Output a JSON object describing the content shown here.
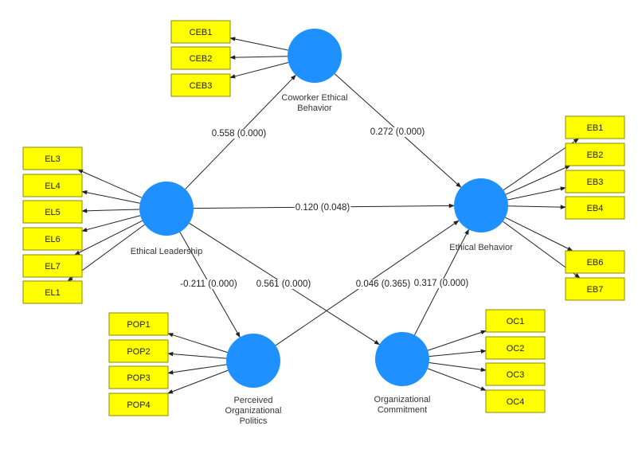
{
  "colors": {
    "latent_fill": "#1e90ff",
    "indicator_fill": "#ffff00",
    "indicator_stroke": "#8a8a00",
    "edge": "#222222"
  },
  "latents": [
    {
      "id": "CEB",
      "label_lines": [
        "Coworker Ethical",
        "Behavior"
      ]
    },
    {
      "id": "EL",
      "label_lines": [
        "Ethical Leadership"
      ]
    },
    {
      "id": "EB",
      "label_lines": [
        "Ethical Behavior"
      ]
    },
    {
      "id": "POP",
      "label_lines": [
        "Perceived",
        "Organizational",
        "Politics"
      ]
    },
    {
      "id": "OC",
      "label_lines": [
        "Organizational",
        "Commitment"
      ]
    }
  ],
  "indicators": [
    {
      "id": "CEB1",
      "latent": "CEB"
    },
    {
      "id": "CEB2",
      "latent": "CEB"
    },
    {
      "id": "CEB3",
      "latent": "CEB"
    },
    {
      "id": "EL3",
      "latent": "EL"
    },
    {
      "id": "EL4",
      "latent": "EL"
    },
    {
      "id": "EL5",
      "latent": "EL"
    },
    {
      "id": "EL6",
      "latent": "EL"
    },
    {
      "id": "EL7",
      "latent": "EL"
    },
    {
      "id": "EL1",
      "latent": "EL"
    },
    {
      "id": "EB1",
      "latent": "EB"
    },
    {
      "id": "EB2",
      "latent": "EB"
    },
    {
      "id": "EB3",
      "latent": "EB"
    },
    {
      "id": "EB4",
      "latent": "EB"
    },
    {
      "id": "EB6",
      "latent": "EB"
    },
    {
      "id": "EB7",
      "latent": "EB"
    },
    {
      "id": "POP1",
      "latent": "POP"
    },
    {
      "id": "POP2",
      "latent": "POP"
    },
    {
      "id": "POP3",
      "latent": "POP"
    },
    {
      "id": "POP4",
      "latent": "POP"
    },
    {
      "id": "OC1",
      "latent": "OC"
    },
    {
      "id": "OC2",
      "latent": "OC"
    },
    {
      "id": "OC3",
      "latent": "OC"
    },
    {
      "id": "OC4",
      "latent": "OC"
    }
  ],
  "paths": [
    {
      "from": "EL",
      "to": "CEB",
      "label": "0.558 (0.000)"
    },
    {
      "from": "CEB",
      "to": "EB",
      "label": "0.272 (0.000)"
    },
    {
      "from": "EL",
      "to": "EB",
      "label": "0.120 (0.048)"
    },
    {
      "from": "EL",
      "to": "POP",
      "label": "-0.211 (0.000)"
    },
    {
      "from": "EL",
      "to": "OC",
      "label": "0.561 (0.000)"
    },
    {
      "from": "POP",
      "to": "EB",
      "label": "0.046 (0.365)"
    },
    {
      "from": "OC",
      "to": "EB",
      "label": "0.317 (0.000)"
    }
  ]
}
